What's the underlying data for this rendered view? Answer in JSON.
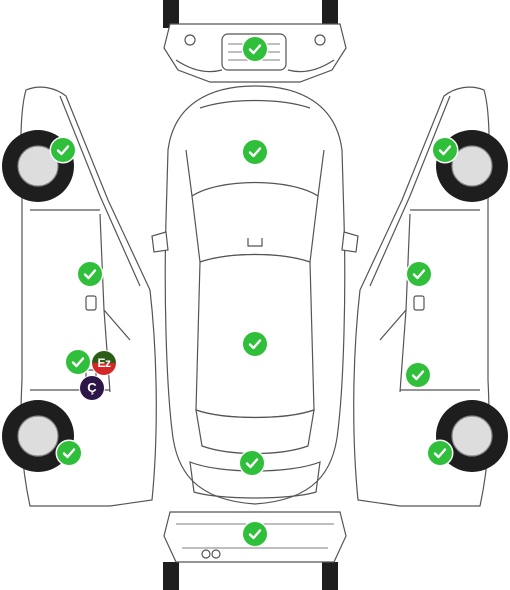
{
  "colors": {
    "check": "#2fbf3a",
    "line": "#555555",
    "tire": "#1e1e1e",
    "fill": "#ffffff",
    "ez_top": "#2b5d18",
    "ez_bottom": "#d42727",
    "c_badge": "#2d1648"
  },
  "icons": {
    "status_ok": "check-icon"
  },
  "panels": [
    {
      "id": "front-bumper",
      "status": "ok"
    },
    {
      "id": "left-front-fender",
      "status": "ok"
    },
    {
      "id": "hood",
      "status": "ok"
    },
    {
      "id": "right-front-fender",
      "status": "ok"
    },
    {
      "id": "left-front-door",
      "status": "ok"
    },
    {
      "id": "right-front-door",
      "status": "ok"
    },
    {
      "id": "roof",
      "status": "ok"
    },
    {
      "id": "left-rear-door",
      "status": "ok"
    },
    {
      "id": "right-rear-door",
      "status": "ok"
    },
    {
      "id": "left-rear-fender",
      "status": "ok"
    },
    {
      "id": "right-rear-fender",
      "status": "ok"
    },
    {
      "id": "trunk",
      "status": "ok"
    },
    {
      "id": "rear-bumper",
      "status": "ok"
    }
  ],
  "badges": {
    "ez": "Ez",
    "c": "Ç"
  }
}
